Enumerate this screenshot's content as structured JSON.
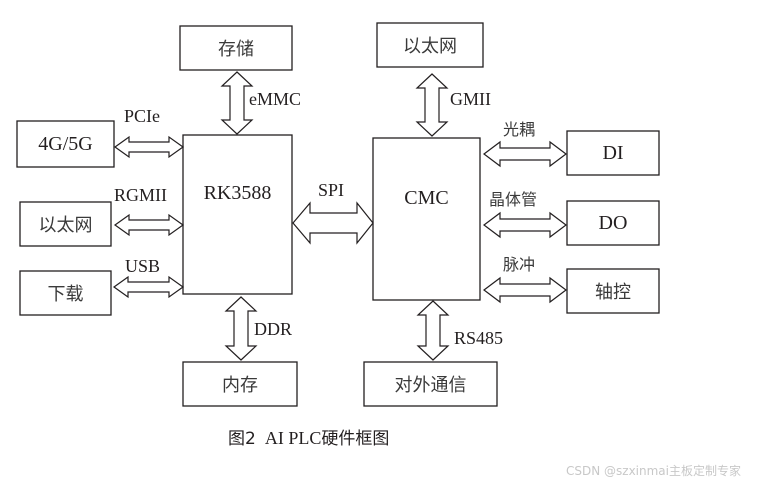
{
  "diagram": {
    "blocks": {
      "storage": "存储",
      "rk3588": "RK3588",
      "memory": "内存",
      "modem": "4G/5G",
      "ethernet_left": "以太网",
      "download": "下载",
      "cmc": "CMC",
      "ethernet_top": "以太网",
      "external_comm": "对外通信",
      "di": "DI",
      "do": "DO",
      "axis_control": "轴控"
    },
    "links": {
      "emmc": "eMMC",
      "pcie": "PCIe",
      "rgmii": "RGMII",
      "usb": "USB",
      "ddr": "DDR",
      "spi": "SPI",
      "gmii": "GMII",
      "rs485": "RS485",
      "optocoupler": "光耦",
      "transistor": "晶体管",
      "pulse": "脉冲"
    },
    "caption": {
      "fig_num": "图2",
      "title_en": "AI PLC",
      "title_cn": "硬件框图"
    }
  },
  "watermark": "CSDN @szxinmai主板定制专家"
}
